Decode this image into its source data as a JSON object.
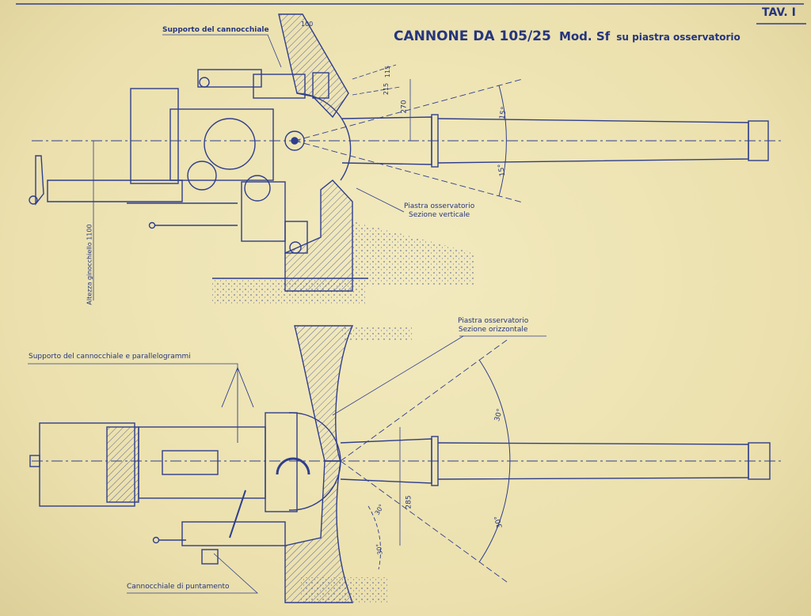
{
  "sheet": {
    "plate_number": "TAV. I",
    "title_main": "CANNONE DA 105/25",
    "title_model": "Mod. Sf",
    "title_rest": "su piastra osservatorio"
  },
  "elevation_view": {
    "telescope_support_label": "Supporto del cannocchiale",
    "trunnion_height_label": "Altezza ginocchiello 1100",
    "plate_section_label_1": "Piastra osservatorio",
    "plate_section_label_2": "Sezione verticale",
    "dimensions": {
      "plate_top": "100",
      "offset_a": "215",
      "offset_b": "115",
      "height": "270"
    },
    "angles": {
      "up": "15°",
      "down": "15°"
    }
  },
  "plan_view": {
    "telescope_support_label": "Supporto del cannocchiale e parallelogrammi",
    "plate_section_label_1": "Piastra osservatorio",
    "plate_section_label_2": "Sezione orizzontale",
    "aiming_telescope_label": "Cannocchiale di puntamento",
    "dimensions": {
      "width": "285"
    },
    "angles": {
      "left": "30°",
      "right": "30°",
      "inner_a": "30°",
      "inner_b": "30°"
    }
  },
  "colors": {
    "paper": "#efe6b6",
    "ink": "#2f3e8c"
  }
}
